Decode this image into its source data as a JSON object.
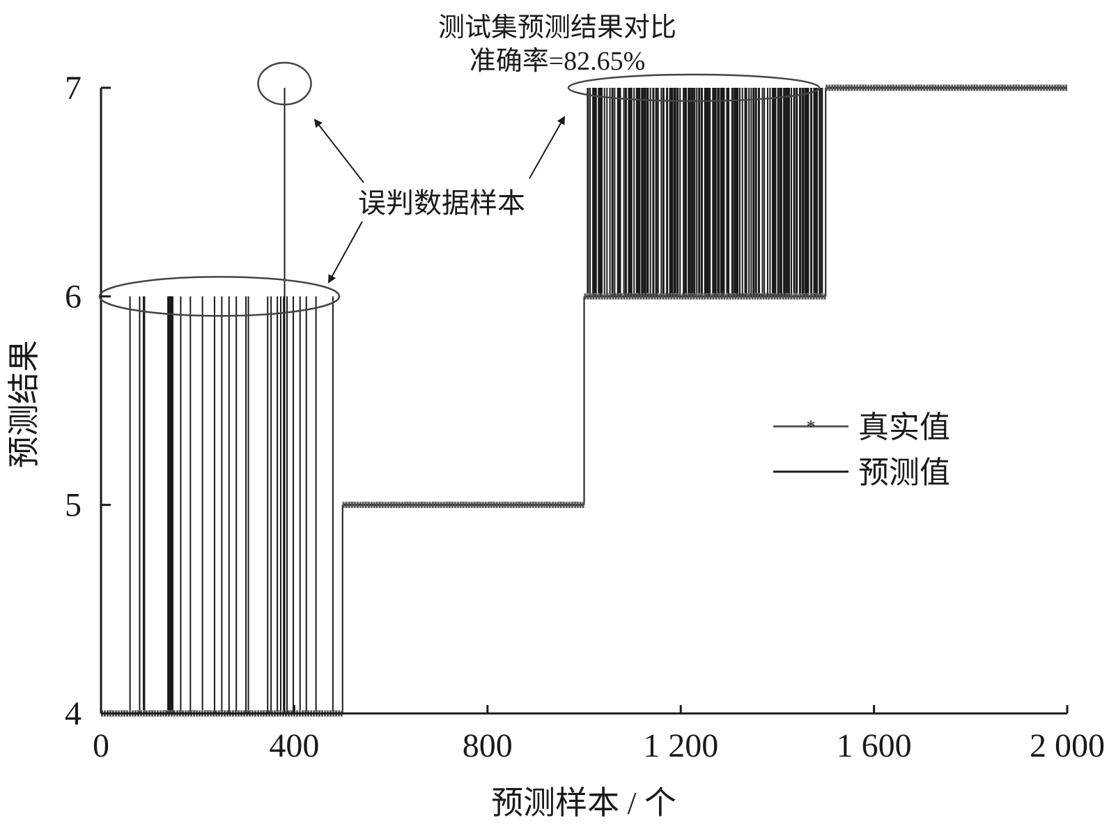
{
  "chart_data": {
    "type": "line",
    "title": "测试集预测结果对比",
    "subtitle": "准确率=82.65%",
    "xlabel": "预测样本 / 个",
    "ylabel": "预测结果",
    "xlim": [
      0,
      2000
    ],
    "ylim": [
      4,
      7
    ],
    "xticks": [
      0,
      400,
      800,
      1200,
      1600,
      2000
    ],
    "xtick_labels": [
      "0",
      "400",
      "800",
      "1 200",
      "1 600",
      "2 000"
    ],
    "yticks": [
      4,
      5,
      6,
      7
    ],
    "ytick_labels": [
      "4",
      "5",
      "6",
      "7"
    ],
    "grid": false,
    "legend_position": "center-right",
    "annotation": "误判数据样本",
    "series": [
      {
        "name": "真实值",
        "marker": "asterisk",
        "color": "#555555",
        "steps": [
          {
            "x_start": 0,
            "x_end": 500,
            "y": 4
          },
          {
            "x_start": 500,
            "x_end": 1000,
            "y": 5
          },
          {
            "x_start": 1000,
            "x_end": 1500,
            "y": 6
          },
          {
            "x_start": 1500,
            "x_end": 2000,
            "y": 7
          }
        ]
      },
      {
        "name": "预测值",
        "color": "#1a1a1a",
        "misclassified": [
          {
            "x": 60,
            "y": 6
          },
          {
            "x": 80,
            "y": 6
          },
          {
            "x": 88,
            "y": 6
          },
          {
            "x": 90,
            "y": 6
          },
          {
            "x": 140,
            "y": 6
          },
          {
            "x": 142,
            "y": 6
          },
          {
            "x": 145,
            "y": 6
          },
          {
            "x": 147,
            "y": 6
          },
          {
            "x": 165,
            "y": 6
          },
          {
            "x": 185,
            "y": 6
          },
          {
            "x": 210,
            "y": 6
          },
          {
            "x": 235,
            "y": 6
          },
          {
            "x": 250,
            "y": 6
          },
          {
            "x": 265,
            "y": 6
          },
          {
            "x": 280,
            "y": 6
          },
          {
            "x": 300,
            "y": 6
          },
          {
            "x": 305,
            "y": 6
          },
          {
            "x": 345,
            "y": 6
          },
          {
            "x": 352,
            "y": 6
          },
          {
            "x": 365,
            "y": 6
          },
          {
            "x": 372,
            "y": 6
          },
          {
            "x": 378,
            "y": 6
          },
          {
            "x": 380,
            "y": 7
          },
          {
            "x": 385,
            "y": 6
          },
          {
            "x": 398,
            "y": 6
          },
          {
            "x": 412,
            "y": 6
          },
          {
            "x": 425,
            "y": 6
          },
          {
            "x": 445,
            "y": 6
          },
          {
            "x": 480,
            "y": 6
          }
        ],
        "misclassified_6_to_7_count": 87
      }
    ]
  }
}
